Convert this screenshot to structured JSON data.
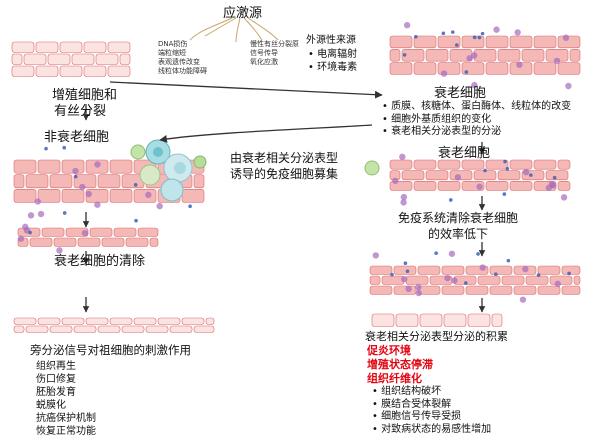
{
  "stress": {
    "title": "应激源",
    "endogenous": [
      "DNA损伤",
      "端粒缩短",
      "表观遗传改变",
      "线粒体功能障碍"
    ],
    "mitotic": [
      "慢性有丝分裂原",
      "信号传导",
      "氧化应激"
    ],
    "exogenous_title": "外源性来源",
    "exogenous_items": [
      "电离辐射",
      "环境毒素"
    ]
  },
  "proliferating_label": [
    "增殖细胞和",
    "有丝分裂"
  ],
  "senescent": {
    "title": "衰老细胞",
    "bullets": [
      "质膜、核糖体、蛋白酶体、线粒体的改变",
      "细胞外基质组织的变化",
      "衰老相关分泌表型的分泌"
    ]
  },
  "non_senescent_label": "非衰老细胞",
  "immune_recruit": [
    "由衰老相关分泌表型",
    "诱导的免疫细胞募集"
  ],
  "senescent_right_label": "衰老细胞",
  "immune_decline": [
    "免疫系统清除衰老细胞",
    "的效率低下"
  ],
  "clearance_label": "衰老细胞的清除",
  "paracrine": {
    "title": "旁分泌信号对祖细胞的刺激作用",
    "items": [
      "组织再生",
      "伤口修复",
      "胚胎发育",
      "蜕膜化",
      "抗癌保护机制",
      "恢复正常功能"
    ]
  },
  "accumulation": {
    "title": "衰老相关分泌表型分泌的积累",
    "red_items": [
      "促炎环境",
      "增殖状态停滞",
      "组织纤维化"
    ],
    "bullets": [
      "组织结构破坏",
      "膜结合受体裂解",
      "细胞信号传导受损",
      "对致病状态的易感性增加"
    ]
  },
  "colors": {
    "cell_fill": "#f4b9b6",
    "cell_stroke": "#d9696b",
    "purple_dot": "#a56bbd",
    "blue_dot": "#3e5fb6",
    "arrow": "#333333",
    "red_text": "#e30613"
  }
}
